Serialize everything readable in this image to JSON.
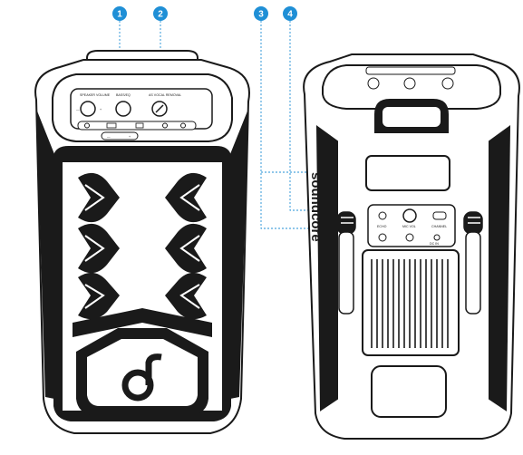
{
  "callouts": [
    {
      "number": "1"
    },
    {
      "number": "2"
    },
    {
      "number": "3"
    },
    {
      "number": "4"
    }
  ],
  "front_panel": {
    "volume_label": "SPEAKER VOLUME",
    "bass_label": "BASS/EQ",
    "mic_label": "AS VOCAL REMOVAL",
    "minus_label": "—",
    "plus_label": "+"
  },
  "rear_panel": {
    "echo_label": "ECHO",
    "mic_volume_label": "MIC VOL",
    "channel_label": "CHANNEL",
    "dc_label": "DC IN"
  },
  "brand_text": "soundcore",
  "colors": {
    "callout_fill": "#1f8fd6",
    "leader_line": "#1f8fd6",
    "outline": "#1a1a1a"
  }
}
